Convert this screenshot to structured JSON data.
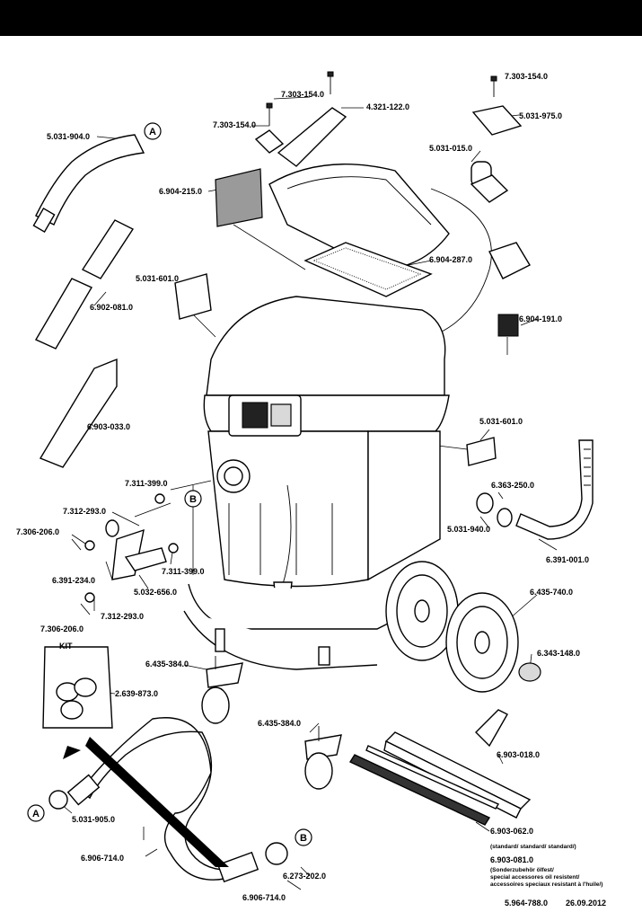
{
  "parts": {
    "p7303_154_a": "7.303-154.0",
    "p7303_154_b": "7.303-154.0",
    "p7303_154_c": "7.303-154.0",
    "p4321_122": "4.321-122.0",
    "p5031_975": "5.031-975.0",
    "p5031_904": "5.031-904.0",
    "p5031_015": "5.031-015.0",
    "p6904_215": "6.904-215.0",
    "p6904_287": "6.904-287.0",
    "p5031_601_a": "5.031-601.0",
    "p6902_081": "6.902-081.0",
    "p6904_191": "6.904-191.0",
    "p6903_033": "6.903-033.0",
    "p5031_601_b": "5.031-601.0",
    "p7311_399_a": "7.311-399.0",
    "p6363_250": "6.363-250.0",
    "p7312_293_a": "7.312-293.0",
    "p7306_206_a": "7.306-206.0",
    "p5031_940": "5.031-940.0",
    "p6391_234": "6.391-234.0",
    "p7311_399_b": "7.311-399.0",
    "p6391_001": "6.391-001.0",
    "p5032_656": "5.032-656.0",
    "p7312_293_b": "7.312-293.0",
    "p6435_740": "6.435-740.0",
    "p7306_206_b": "7.306-206.0",
    "p6343_148": "6.343-148.0",
    "p6435_384_a": "6.435-384.0",
    "p2639_873": "2.639-873.0",
    "p6435_384_b": "6.435-384.0",
    "p6903_018": "6.903-018.0",
    "p5031_905": "5.031-905.0",
    "p6906_714_a": "6.906-714.0",
    "p6273_202": "6.273-202.0",
    "p6906_714_b": "6.906-714.0",
    "p6903_062": "6.903-062.0",
    "p6903_081": "6.903-081.0"
  },
  "notes": {
    "standard": "(standard/ standard/ standard/)",
    "special1": "(Sonderzubehör ölfest/",
    "special2": "special accessores oil resistent/",
    "special3": "accessoires speciaux resistant à l'huile/)"
  },
  "markers": {
    "A": "A",
    "B": "B"
  },
  "kit_label": "KIT",
  "footer": {
    "doc_number": "5.964-788.0",
    "date": "26.09.2012"
  }
}
